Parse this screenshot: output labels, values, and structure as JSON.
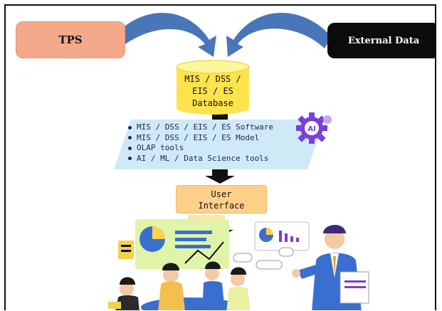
{
  "nodes": {
    "tps": "TPS",
    "external_data": "External Data",
    "database": [
      "MIS / DSS /",
      "EIS / ES",
      "Database"
    ],
    "tools": [
      "MIS / DSS / EIS / ES Software",
      "MIS / DSS / EIS / ES Model",
      "OLAP tools",
      "AI / ML / Data Science tools"
    ],
    "user_interface": [
      "User",
      "Interface"
    ],
    "ai_badge": "AI"
  },
  "colors": {
    "tps_fill": "#f4a98a",
    "external_fill": "#0b0b0b",
    "arrow_blue": "#3f6fb5",
    "database_fill": "#ffe34d",
    "tools_fill": "#cfe9f7",
    "user_interface_fill": "#ffd08a",
    "gear_purple": "#7b3fd6"
  },
  "icons": [
    "curved-arrow-icon",
    "down-arrow-icon",
    "gear-icon",
    "pie-chart-icon",
    "bar-chart-icon",
    "chat-bubble-icon",
    "presenter-person-icon",
    "team-people-icon"
  ]
}
